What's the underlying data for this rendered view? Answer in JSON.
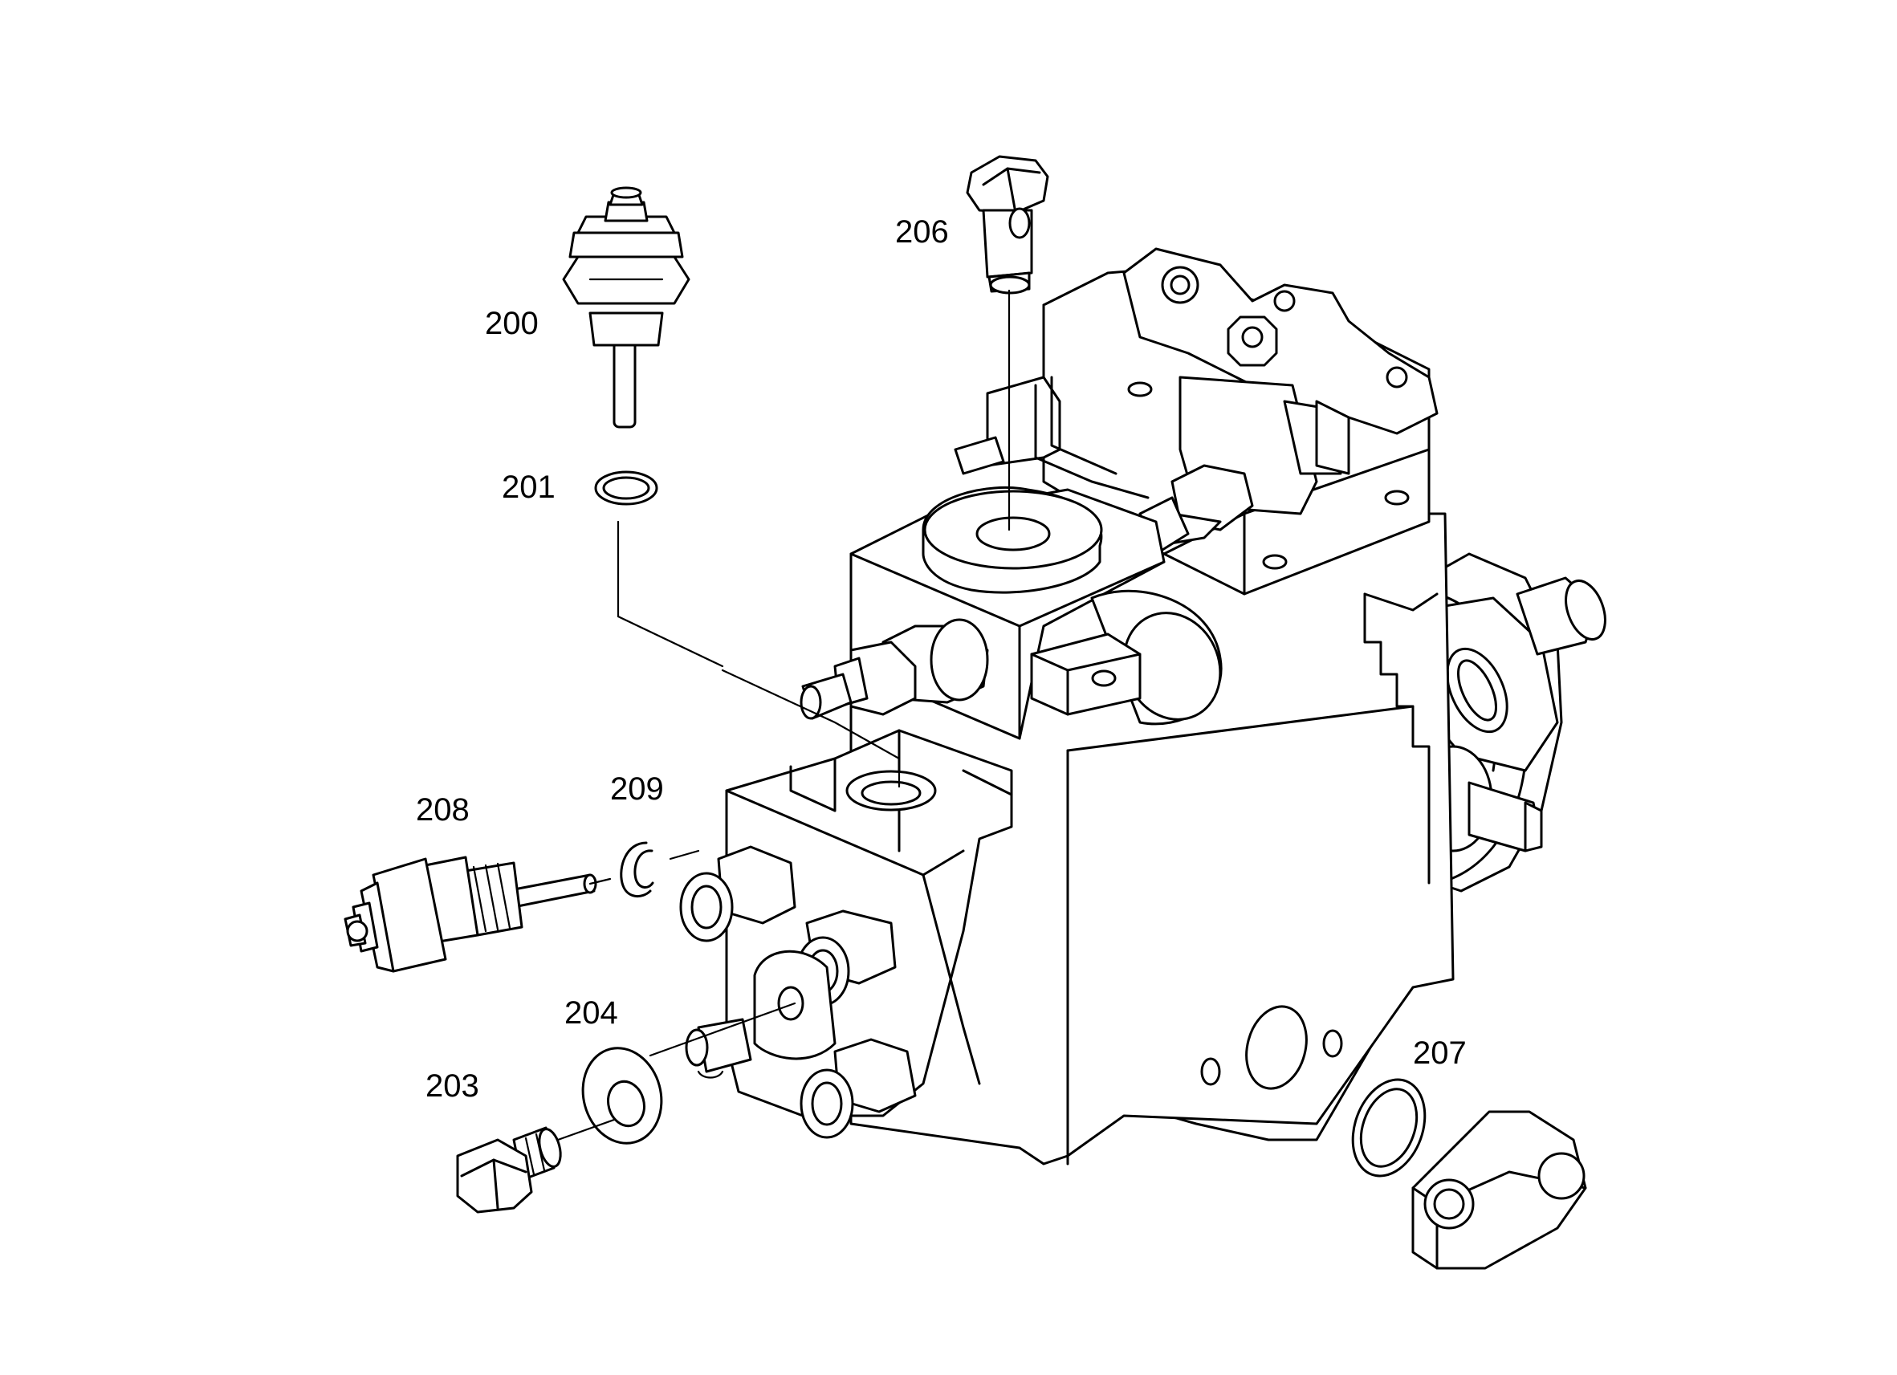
{
  "diagram": {
    "background": "#ffffff",
    "line_color": "#000000",
    "labels": {
      "l200": "200",
      "l201": "201",
      "l203": "203",
      "l204": "204",
      "l206": "206",
      "l207": "207",
      "l208": "208",
      "l209": "209"
    }
  }
}
